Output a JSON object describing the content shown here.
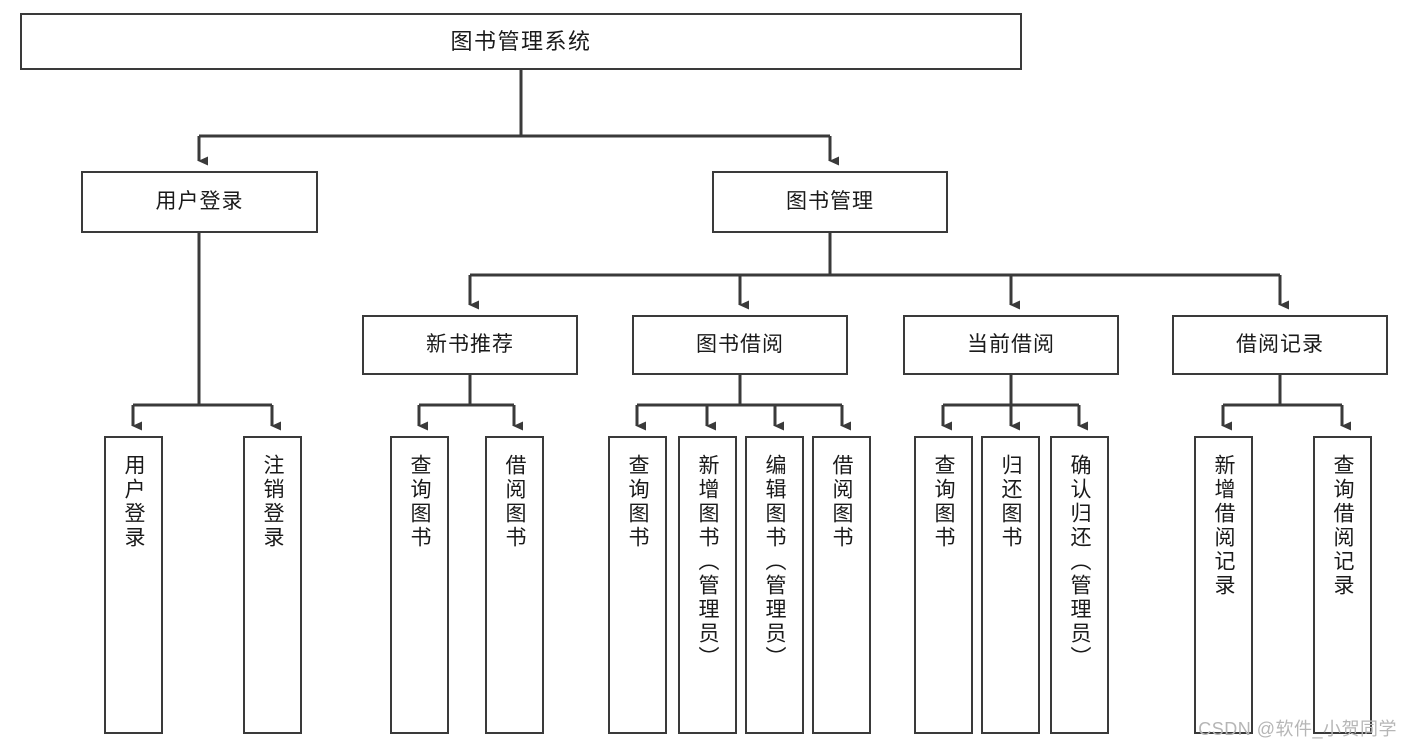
{
  "diagram": {
    "title": "图书管理系统",
    "watermark": "CSDN @软件_小贺同学",
    "colors": {
      "stroke": "#3a3a3a",
      "fill": "#ffffff",
      "text": "#1a1a1a",
      "watermark": "#b6b6b6"
    },
    "levels": {
      "root": {
        "label": "图书管理系统"
      },
      "level2": [
        {
          "label": "用户登录"
        },
        {
          "label": "图书管理"
        }
      ],
      "level3": [
        {
          "label": "新书推荐"
        },
        {
          "label": "图书借阅"
        },
        {
          "label": "当前借阅"
        },
        {
          "label": "借阅记录"
        }
      ],
      "leaves": {
        "user_login": [
          {
            "label": "用户登录"
          },
          {
            "label": "注销登录"
          }
        ],
        "new_book": [
          {
            "label": "查询图书"
          },
          {
            "label": "借阅图书"
          }
        ],
        "book_borrow": [
          {
            "label": "查询图书"
          },
          {
            "label": "新增图书（管理员）"
          },
          {
            "label": "编辑图书（管理员）"
          },
          {
            "label": "借阅图书"
          }
        ],
        "current_borrow": [
          {
            "label": "查询图书"
          },
          {
            "label": "归还图书"
          },
          {
            "label": "确认归还（管理员）"
          }
        ],
        "borrow_record": [
          {
            "label": "新增借阅记录"
          },
          {
            "label": "查询借阅记录"
          }
        ]
      }
    }
  }
}
